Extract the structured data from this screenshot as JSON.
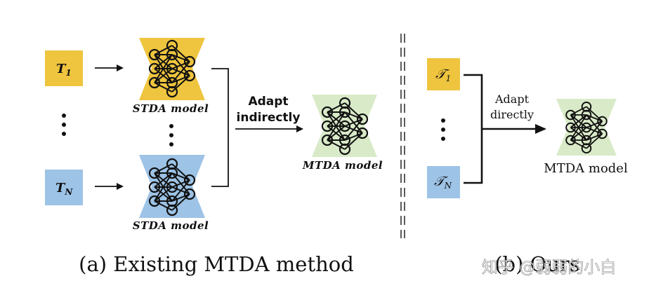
{
  "colors": {
    "yellow": "#EFC53F",
    "blue": "#9DC3E6",
    "green": "#D9EAC8",
    "line": "#111111"
  },
  "panel_a": {
    "task_first": "T",
    "task_first_sub": "1",
    "task_last": "T",
    "task_last_sub": "N",
    "stda_label_top": "STDA model",
    "stda_label_bottom": "STDA model",
    "adapt_line1": "Adapt",
    "adapt_line2": "indirectly",
    "mtda_label": "MTDA model",
    "caption": "(a) Existing MTDA method"
  },
  "panel_b": {
    "task_first": "𝒯",
    "task_first_sub": "1",
    "task_last": "𝒯",
    "task_last_sub": "N",
    "adapt_line1": "Adapt",
    "adapt_line2": "directly",
    "mtda_label": "MTDA model",
    "caption": "(b) Ours"
  },
  "watermark": "知乎 @弱弱的小白"
}
